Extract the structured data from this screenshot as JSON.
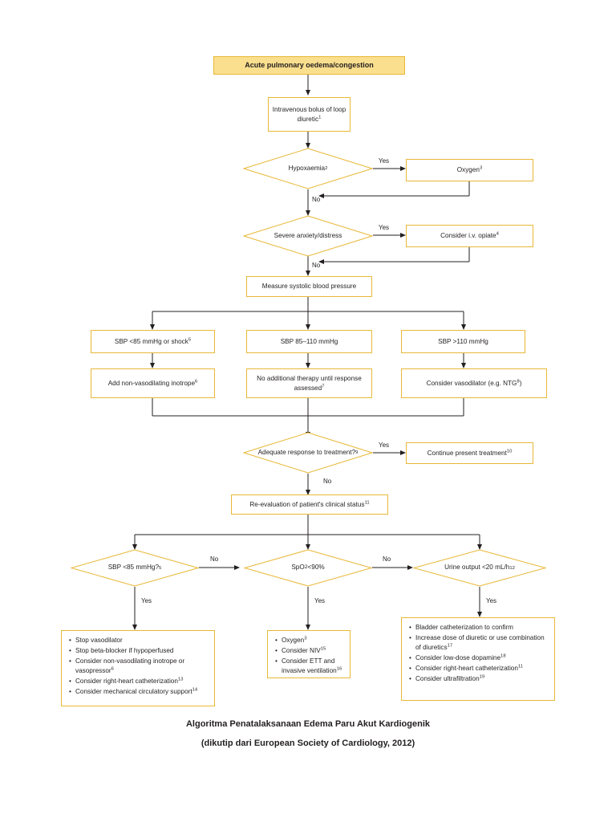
{
  "diagram": {
    "title_box": "Acute pulmonary oedema/congestion",
    "nodes": {
      "loop_diuretic": "Intravenous bolus of loop diuretic<sup>1</sup>",
      "hypoxaemia": "Hypoxaemia<sup>2</sup>",
      "oxygen": "Oxygen<sup>3</sup>",
      "anxiety": "Severe anxiety/distress",
      "opiate": "Consider i.v. opiate<sup>4</sup>",
      "measure_sbp": "Measure systolic blood pressure",
      "sbp_low": "SBP &lt;85 mmHg or shock<sup>5</sup>",
      "sbp_mid": "SBP 85–110 mmHg",
      "sbp_high": "SBP &gt;110 mmHg",
      "inotrope": "Add non-vasodilating inotrope<sup>6</sup>",
      "no_additional": "No additional therapy until response assessed<sup>7</sup>",
      "vasodilator": "Consider vasodilator (e.g. NTG<sup>8</sup>)",
      "adequate_response": "Adequate response to treatment?<sup>9</sup>",
      "continue_treatment": "Continue present treatment<sup>10</sup>",
      "reevaluation": "Re-evaluation of patient's clinical status<sup>11</sup>",
      "sbp_check": "SBP &lt;85 mmHg?<sup>5</sup>",
      "spo2_check": "SpO<sub>2</sub> &lt;90%",
      "urine_check": "Urine output &lt;20 mL/h<sup>12</sup>"
    },
    "lists": {
      "left": [
        "Stop vasodilator",
        "Stop beta-blocker if hypoperfused",
        "Consider non-vasodilating inotrope or vasopressor<sup>6</sup>",
        "Consider right-heart catheterization<sup>13</sup>",
        "Consider mechanical circulatory support<sup>14</sup>"
      ],
      "middle": [
        "Oxygen<sup>3</sup>",
        "Consider NIV<sup>15</sup>",
        "Consider ETT and invasive ventilation<sup>16</sup>"
      ],
      "right": [
        "Bladder catheterization to confirm",
        "Increase dose of diuretic or use combination of diuretics<sup>17</sup>",
        "Consider low-dose dopamine<sup>18</sup>",
        "Consider right-heart catheterization<sup>11</sup>",
        "Consider ultrafiltration<sup>19</sup>"
      ]
    },
    "edge_labels": {
      "yes1": "Yes",
      "no1": "No",
      "yes2": "Yes",
      "no2": "No",
      "yes3": "Yes",
      "no3": "No",
      "no4": "No",
      "yes4": "Yes",
      "no5": "No",
      "yes5": "Yes",
      "yes6": "Yes"
    },
    "caption_line1": "Algoritma Penatalaksanaan Edema Paru Akut Kardiogenik",
    "caption_line2": "(dikutip dari European Society of Cardiology, 2012)",
    "colors": {
      "border": "#e8b838",
      "header_fill": "#fadf8e",
      "arrow": "#231f20",
      "text": "#231f20"
    }
  }
}
